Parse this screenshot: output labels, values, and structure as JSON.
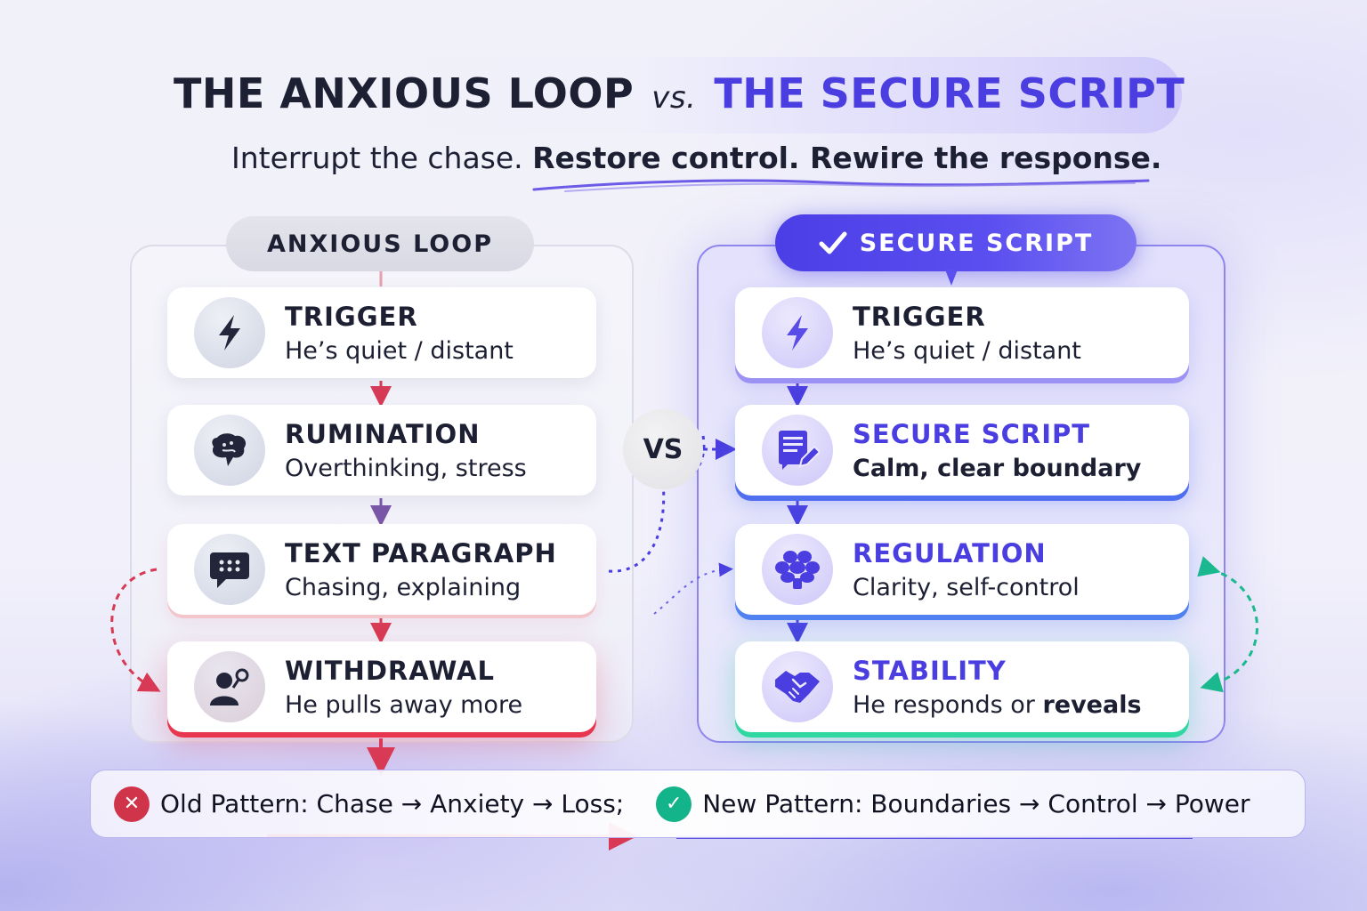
{
  "header": {
    "title_left": "THE ANXIOUS LOOP",
    "title_vs": "vs.",
    "title_right": "THE SECURE SCRIPT",
    "subtitle_plain": "Interrupt the chase. ",
    "subtitle_emphasis": "Restore control. Rewire the response."
  },
  "vs_label": "VS",
  "anxious_loop": {
    "label": "ANXIOUS LOOP",
    "steps": [
      {
        "icon": "lightning-icon",
        "title": "TRIGGER",
        "description": "He’s quiet / distant"
      },
      {
        "icon": "brain-thought-icon",
        "title": "RUMINATION",
        "description": "Overthinking, stress"
      },
      {
        "icon": "chat-bubble-icon",
        "title": "TEXT PARAGRAPH",
        "description": "Chasing, explaining"
      },
      {
        "icon": "person-withdraw-icon",
        "title": "WITHDRAWAL",
        "description": "He pulls away more"
      }
    ]
  },
  "secure_script": {
    "label": "SECURE SCRIPT",
    "label_icon": "checkmark-icon",
    "steps": [
      {
        "icon": "lightning-icon",
        "title": "TRIGGER",
        "description": "He’s quiet / distant"
      },
      {
        "icon": "document-pen-icon",
        "title": "SECURE SCRIPT",
        "description": "Calm, clear boundary"
      },
      {
        "icon": "brain-icon",
        "title": "REGULATION",
        "description": "Clarity, self-control"
      },
      {
        "icon": "handshake-icon",
        "title": "STABILITY",
        "description_plain": "He responds or ",
        "description_bold": "reveals"
      }
    ]
  },
  "footer": {
    "old_pattern": "Old Pattern: Chase → Anxiety → Loss;",
    "new_pattern": "New Pattern: Boundaries → Control → Power"
  },
  "colors": {
    "accent_purple": "#4a3ee0",
    "dark_text": "#1d1f33",
    "warning_red": "#d0344b",
    "success_green": "#14b48a"
  }
}
